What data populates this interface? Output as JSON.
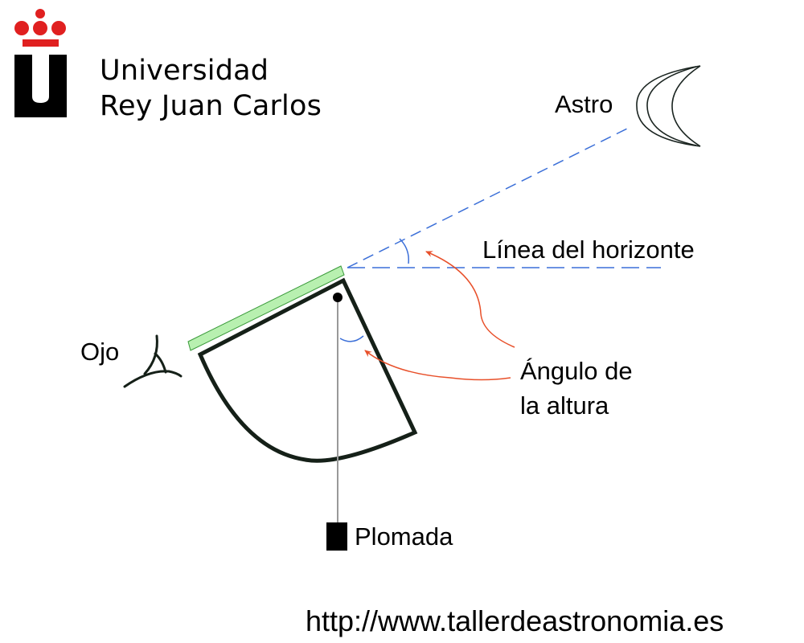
{
  "logo": {
    "line1": "Universidad",
    "line2": "Rey Juan Carlos",
    "accent_color": "#e02020"
  },
  "labels": {
    "astro": "Astro",
    "horizon": "Línea del horizonte",
    "angle_line1": "Ángulo de",
    "angle_line2": "la altura",
    "eye": "Ojo",
    "plumb": "Plomada"
  },
  "footer": {
    "url": "http://www.tallerdeastronomia.es"
  },
  "colors": {
    "sight_line": "#3b6fd8",
    "arrow": "#e8502a",
    "sight_bar": "#b8f0b0",
    "frame": "#152018"
  }
}
